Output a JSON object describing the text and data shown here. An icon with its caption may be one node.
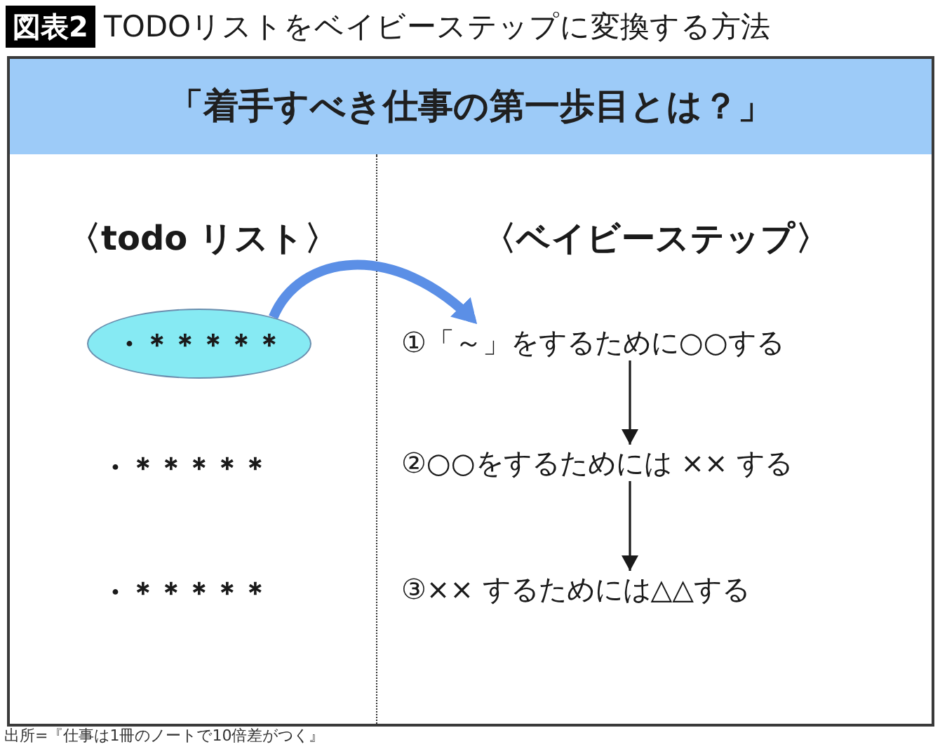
{
  "diagram": {
    "title": "TODOリストをベイビーステップに変換する方法",
    "nodes": [
      {
        "text": [
          "「着手すべき仕事の第一歩目とは？」"
        ]
      },
      {
        "text": [
          "・＊＊＊＊＊"
        ]
      },
      {
        "text": [
          "①「～」をするために○○する"
        ]
      },
      {
        "text": [
          "②○○をするためには ×× する"
        ]
      },
      {
        "text": [
          "③×× するためには△△する"
        ]
      }
    ],
    "edges": [
      {
        "from": 1,
        "to": 2,
        "arrow": "to",
        "style": "thick",
        "color": "#5b8fe6"
      },
      {
        "from": 2,
        "to": 3,
        "arrow": "to"
      },
      {
        "from": 3,
        "to": 4,
        "arrow": "to"
      }
    ],
    "labels": [
      "図表2",
      "〈todo リスト〉",
      "〈ベイビーステップ〉",
      "・＊＊＊＊＊",
      "・＊＊＊＊＊",
      "出所=『仕事は1冊のノートで10倍差がつく』"
    ]
  }
}
